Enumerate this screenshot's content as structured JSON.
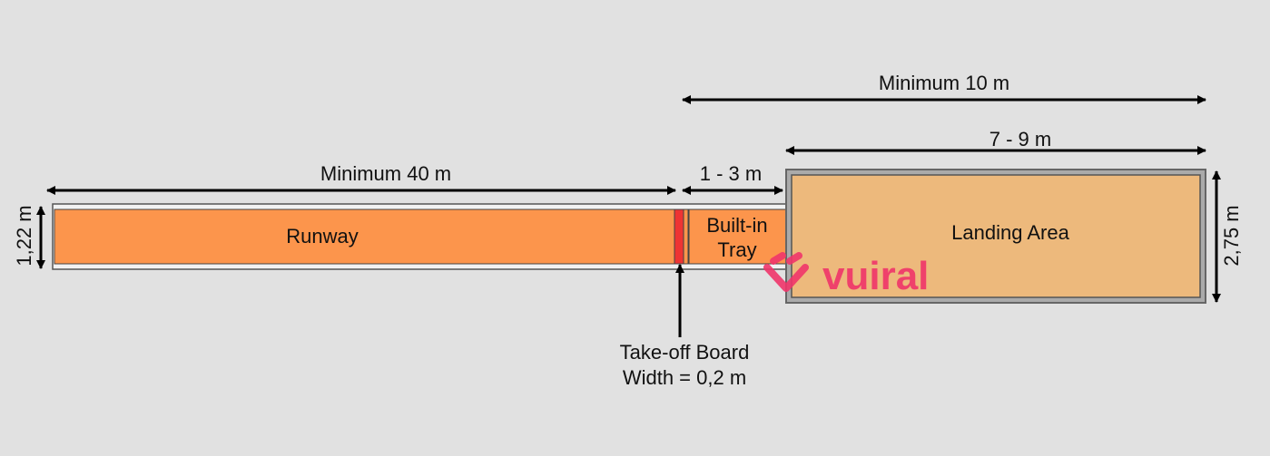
{
  "labels": {
    "runway": "Runway",
    "tray_line1": "Built-in",
    "tray_line2": "Tray",
    "landing": "Landing Area",
    "takeoff_line1": "Take-off Board",
    "takeoff_line2": "Width = 0,2 m"
  },
  "dimensions": {
    "runway_length": "Minimum 40 m",
    "tray_length": "1 - 3 m",
    "landing_length": "7 - 9 m",
    "total_min": "Minimum 10 m",
    "runway_width": "1,22 m",
    "landing_width": "2,75 m"
  },
  "watermark": "vuiral",
  "colors": {
    "runway": "#fc954c",
    "board": "#ee3333",
    "landing": "#edb97c",
    "border": "#777777",
    "watermark": "#f0356a"
  }
}
